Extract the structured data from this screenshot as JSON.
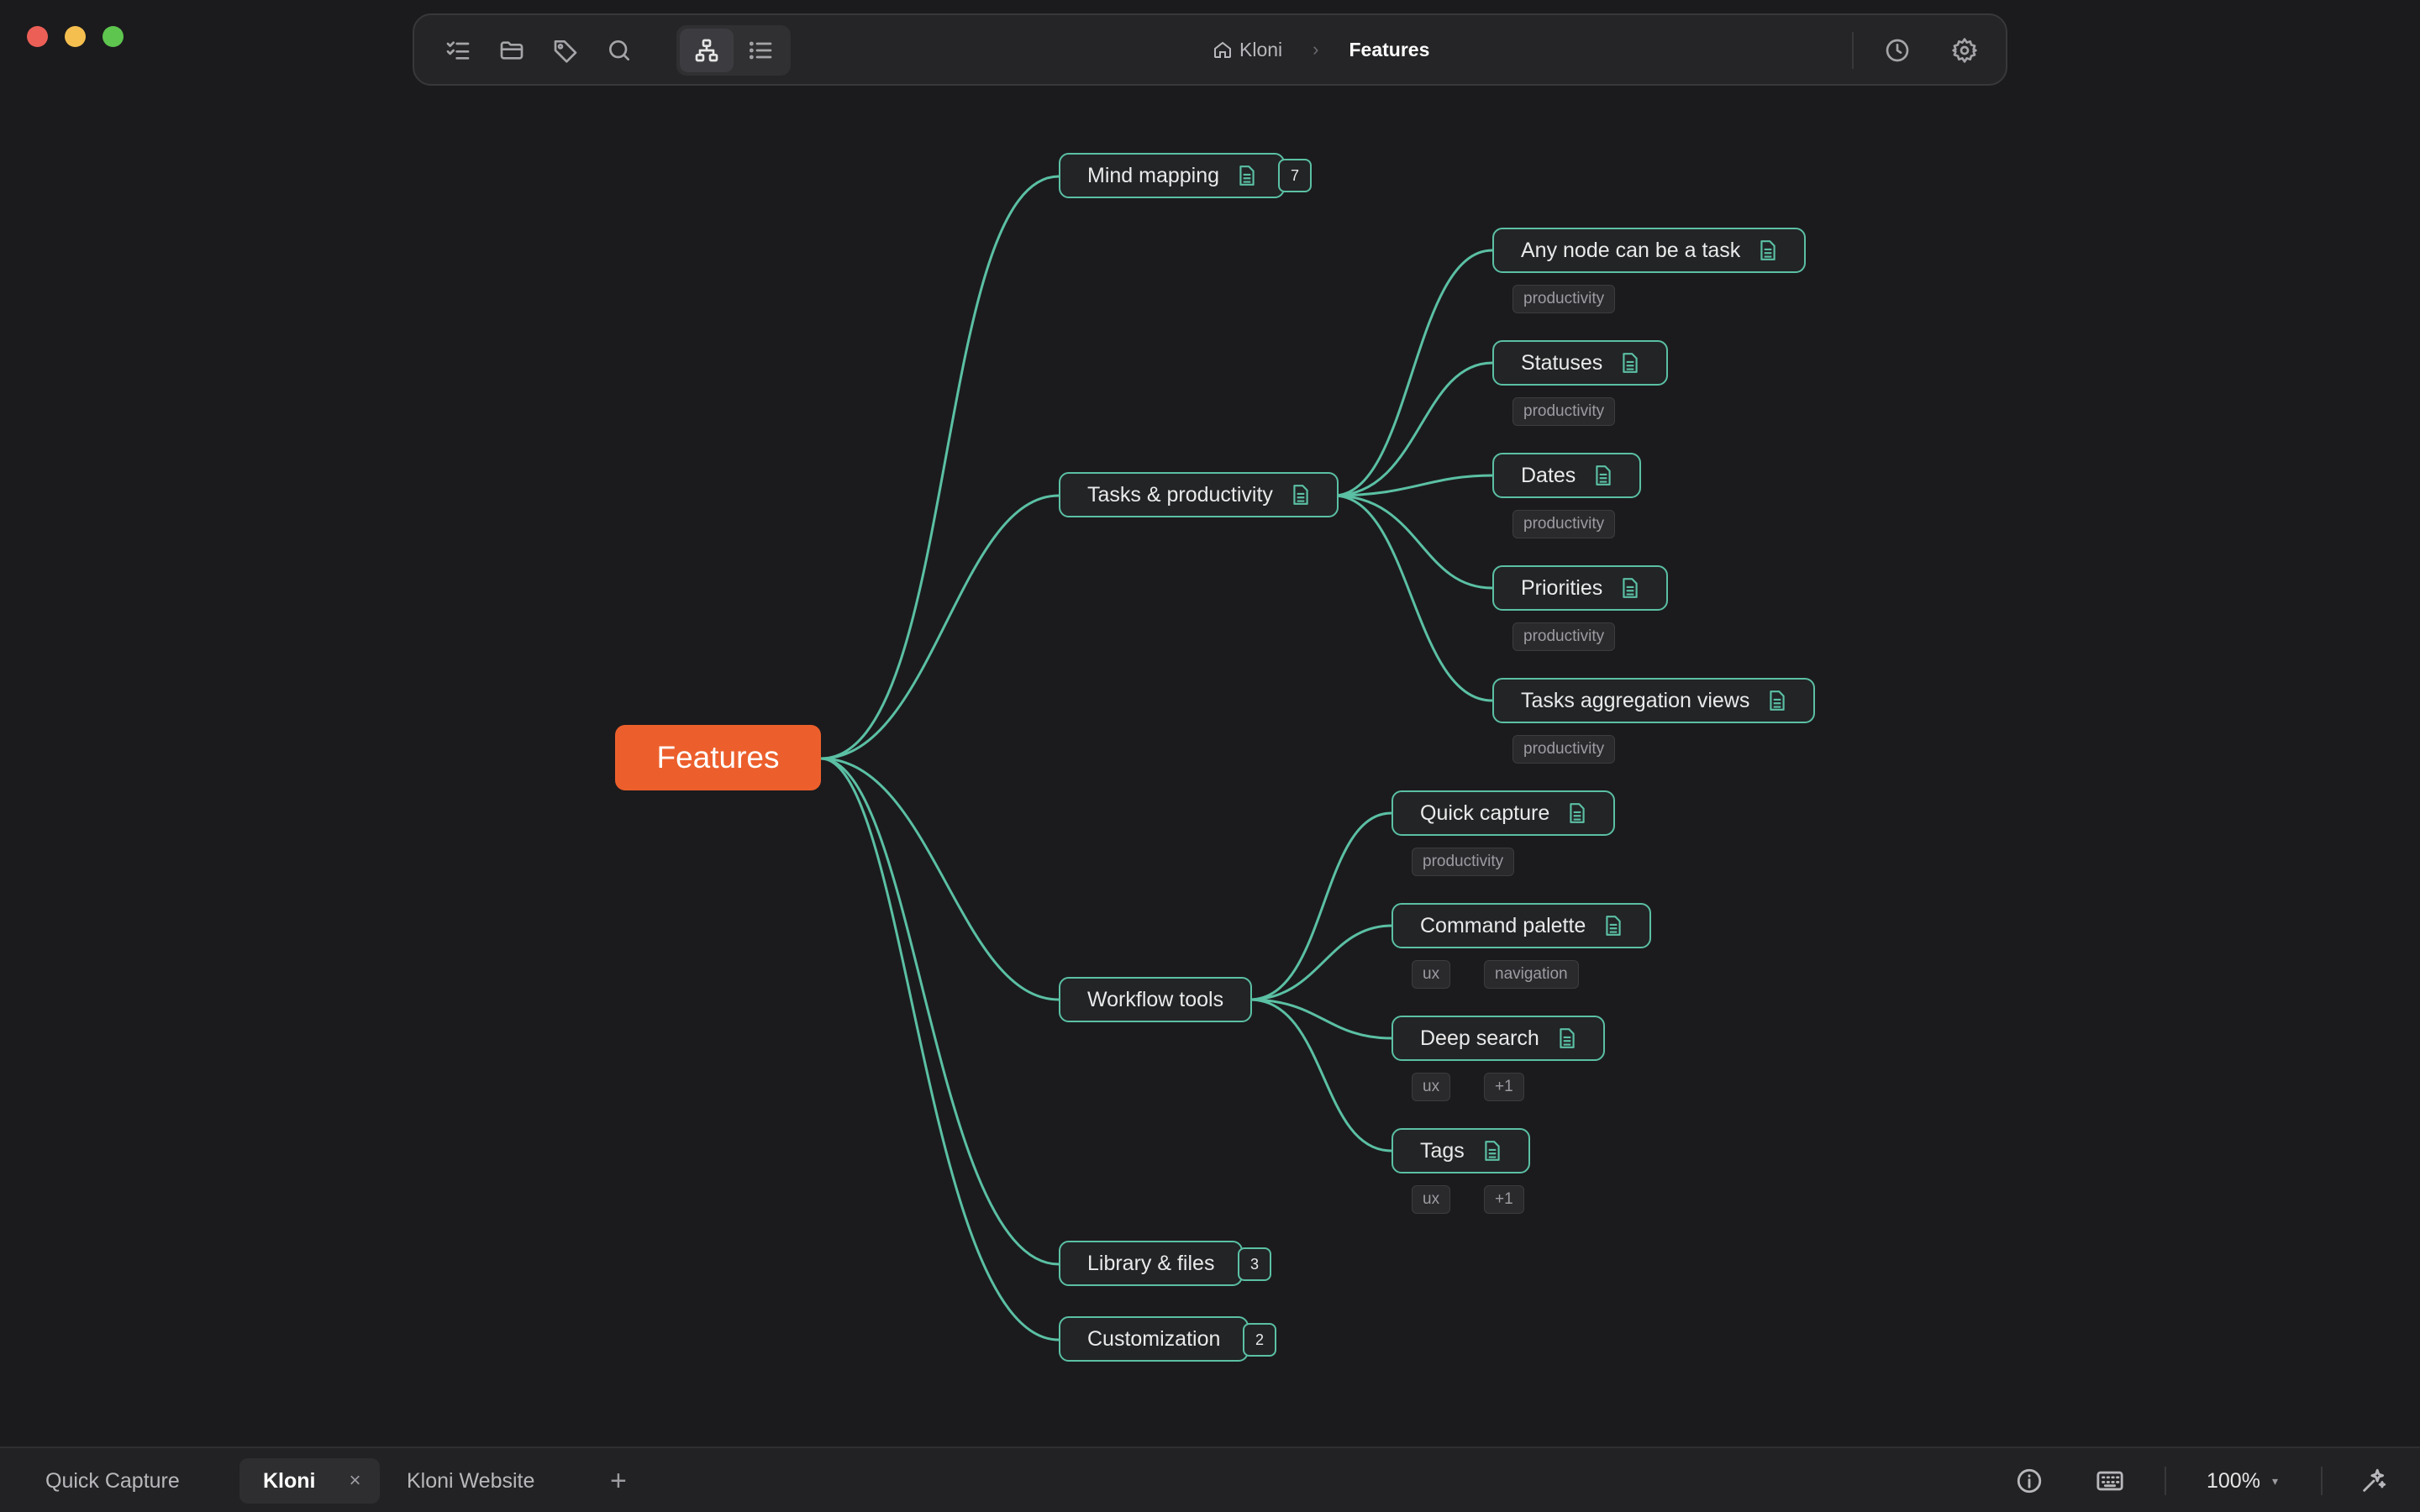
{
  "window": {
    "controls": [
      "close",
      "minimize",
      "maximize"
    ]
  },
  "toolbar": {
    "left_icons": [
      "tasks-list-icon",
      "folder-icon",
      "tag-icon",
      "search-icon"
    ],
    "view_modes": [
      "mindmap-view-icon",
      "list-view-icon"
    ],
    "active_view": "mindmap",
    "breadcrumb": {
      "home": "Kloni",
      "separator": "›",
      "current": "Features"
    },
    "right_icons": [
      "history-icon",
      "settings-icon"
    ]
  },
  "mindmap": {
    "root": "Features",
    "branches": [
      {
        "label": "Mind mapping",
        "has_doc": true,
        "count": "7"
      },
      {
        "label": "Tasks & productivity",
        "has_doc": true,
        "children": [
          {
            "label": "Any node can be a task",
            "tags": [
              "productivity"
            ]
          },
          {
            "label": "Statuses",
            "tags": [
              "productivity"
            ]
          },
          {
            "label": "Dates",
            "tags": [
              "productivity"
            ]
          },
          {
            "label": "Priorities",
            "tags": [
              "productivity"
            ]
          },
          {
            "label": "Tasks aggregation views",
            "tags": [
              "productivity"
            ]
          }
        ]
      },
      {
        "label": "Workflow tools",
        "has_doc": false,
        "children": [
          {
            "label": "Quick capture",
            "tags": [
              "productivity"
            ]
          },
          {
            "label": "Command palette",
            "tags": [
              "ux",
              "navigation"
            ]
          },
          {
            "label": "Deep search",
            "tags": [
              "ux",
              "+1"
            ]
          },
          {
            "label": "Tags",
            "tags": [
              "ux",
              "+1"
            ]
          }
        ]
      },
      {
        "label": "Library & files",
        "has_doc": false,
        "count": "3"
      },
      {
        "label": "Customization",
        "has_doc": false,
        "count": "2"
      }
    ],
    "accent_color": "#5bc0a4",
    "root_color": "#ec5f2c"
  },
  "bottombar": {
    "tabs": [
      {
        "label": "Quick Capture",
        "active": false
      },
      {
        "label": "Kloni",
        "active": true,
        "close": "×"
      },
      {
        "label": "Kloni Website",
        "active": false
      }
    ],
    "add_tab": "+",
    "zoom": "100%",
    "zoom_caret": "▾",
    "icons": [
      "info-icon",
      "keyboard-icon",
      "ai-sparkle-icon"
    ]
  }
}
